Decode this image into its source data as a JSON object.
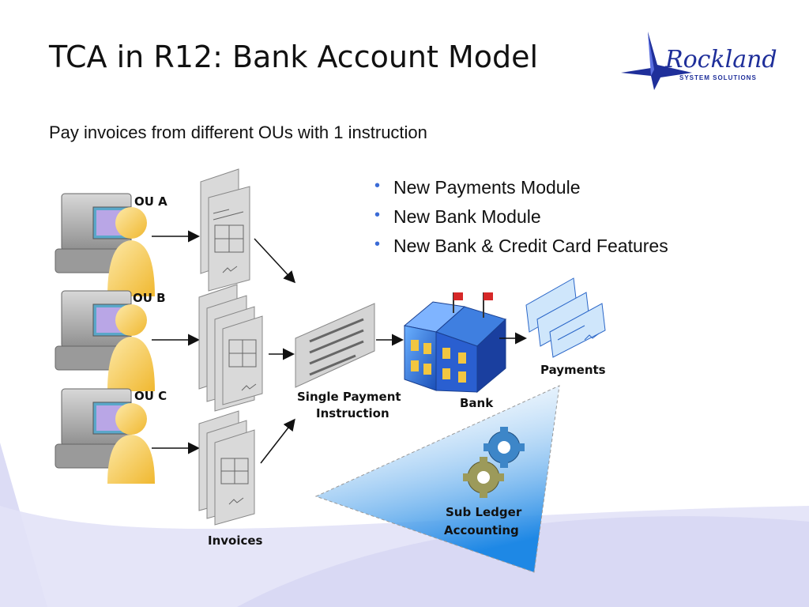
{
  "slide": {
    "title": "TCA in R12: Bank Account Model",
    "subtitle": "Pay invoices from different OUs with 1 instruction"
  },
  "logo": {
    "brand": "Rockland",
    "tagline": "SYSTEM SOLUTIONS"
  },
  "bullets": [
    "New Payments Module",
    "New Bank Module",
    "New Bank & Credit Card Features"
  ],
  "diagram": {
    "ou_labels": [
      "OU A",
      "OU B",
      "OU C"
    ],
    "invoices_label": "Invoices",
    "single_payment_label_line1": "Single Payment",
    "single_payment_label_line2": "Instruction",
    "bank_label": "Bank",
    "payments_label": "Payments",
    "subledger_label_line1": "Sub Ledger",
    "subledger_label_line2": "Accounting"
  },
  "colors": {
    "accent_blue": "#2a66c8",
    "background_swoosh": "#dcdcf5",
    "logo_blue": "#1f2f9a"
  }
}
